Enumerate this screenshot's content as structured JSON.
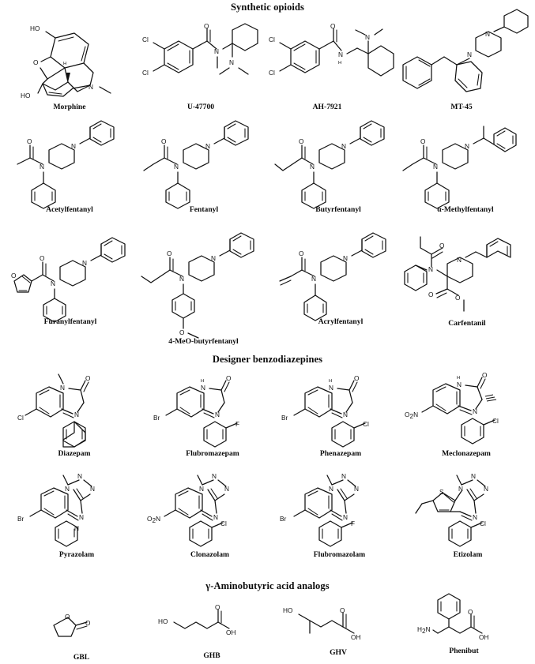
{
  "figure": {
    "kind": "chemical-structure-figure",
    "sections": [
      {
        "id": "opioids",
        "title": "Synthetic opioids"
      },
      {
        "id": "benzos",
        "title": "Designer benzodiazepines"
      },
      {
        "id": "gaba",
        "title": "γ-Aminobutyric acid analogs"
      }
    ]
  },
  "compounds": {
    "morphine": {
      "name": "Morphine"
    },
    "u47700": {
      "name": "U-47700"
    },
    "ah7921": {
      "name": "AH-7921"
    },
    "mt45": {
      "name": "MT-45"
    },
    "acetylfentanyl": {
      "name": "Acetylfentanyl"
    },
    "fentanyl": {
      "name": "Fentanyl"
    },
    "butyrfentanyl": {
      "name": "Butyrfentanyl"
    },
    "alphamethylfentanyl": {
      "name": "α-Methylfentanyl"
    },
    "furanylfentanyl": {
      "name": "Furanylfentanyl"
    },
    "meobutyrfentanyl": {
      "name": "4-MeO-butyrfentanyl"
    },
    "acrylfentanyl": {
      "name": "Acrylfentanyl"
    },
    "carfentanil": {
      "name": "Carfentanil"
    },
    "diazepam": {
      "name": "Diazepam"
    },
    "flubromazepam": {
      "name": "Flubromazepam"
    },
    "phenazepam": {
      "name": "Phenazepam"
    },
    "meclonazepam": {
      "name": "Meclonazepam"
    },
    "pyrazolam": {
      "name": "Pyrazolam"
    },
    "clonazolam": {
      "name": "Clonazolam"
    },
    "flubromazolam": {
      "name": "Flubromazolam"
    },
    "etizolam": {
      "name": "Etizolam"
    },
    "gbl": {
      "name": "GBL"
    },
    "ghb": {
      "name": "GHB"
    },
    "ghv": {
      "name": "GHV"
    },
    "phenibut": {
      "name": "Phenibut"
    }
  },
  "atom_labels": {
    "N": "N",
    "O": "O",
    "S": "S",
    "F": "F",
    "Cl": "Cl",
    "Br": "Br",
    "H": "H",
    "HO": "HO",
    "OH": "OH",
    "NO2_main": "O",
    "NO2_sub": "2",
    "N_sub": "N",
    "H2N_main": "H",
    "H2N_sub": "2"
  },
  "colors": {
    "line": "#111111",
    "text": "#0a0a0a",
    "background": "#ffffff"
  }
}
